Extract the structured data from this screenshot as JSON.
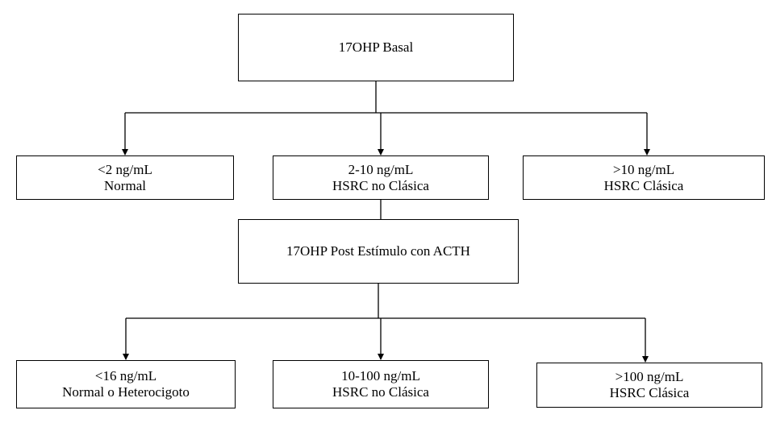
{
  "diagram": {
    "root": {
      "label": "17OHP Basal"
    },
    "basal_results": [
      {
        "range": "<2 ng/mL",
        "interpretation": "Normal"
      },
      {
        "range": "2-10 ng/mL",
        "interpretation": "HSRC no Clásica"
      },
      {
        "range": ">10 ng/mL",
        "interpretation": "HSRC Clásica"
      }
    ],
    "stimulus_test": {
      "label": "17OHP Post Estímulo con ACTH"
    },
    "post_stimulus_results": [
      {
        "range": "<16 ng/mL",
        "interpretation": "Normal o Heterocigoto"
      },
      {
        "range": "10-100 ng/mL",
        "interpretation": "HSRC no Clásica"
      },
      {
        "range": ">100 ng/mL",
        "interpretation": "HSRC Clásica"
      }
    ],
    "colors": {
      "stroke": "#000000",
      "background": "#ffffff"
    }
  }
}
